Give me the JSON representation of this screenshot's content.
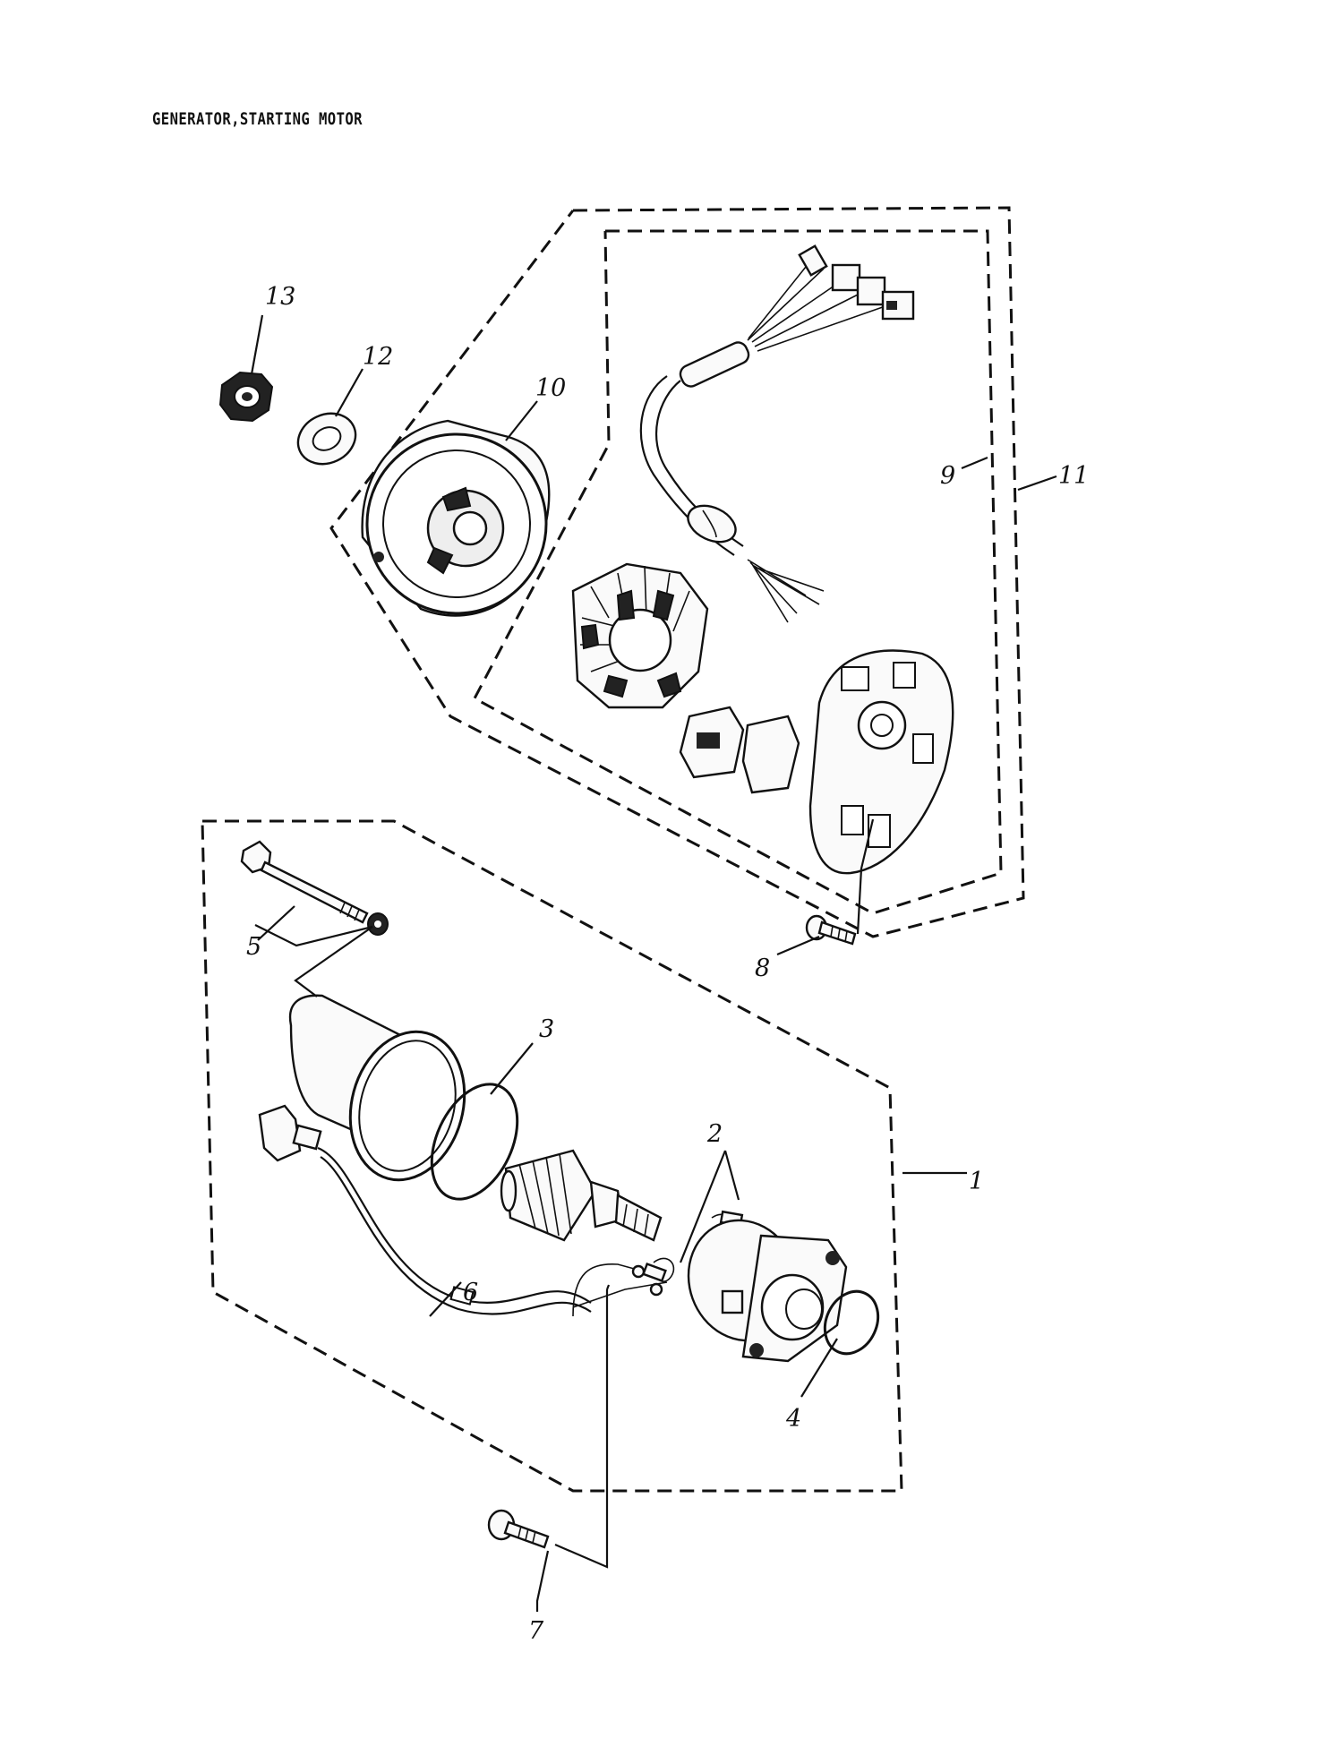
{
  "title": "GENERATOR,STARTING MOTOR",
  "callouts": {
    "c1": "1",
    "c2": "2",
    "c3": "3",
    "c4": "4",
    "c5": "5",
    "c6": "6",
    "c7": "7",
    "c8": "8",
    "c9": "9",
    "c10": "10",
    "c11": "11",
    "c12": "12",
    "c13": "13"
  }
}
